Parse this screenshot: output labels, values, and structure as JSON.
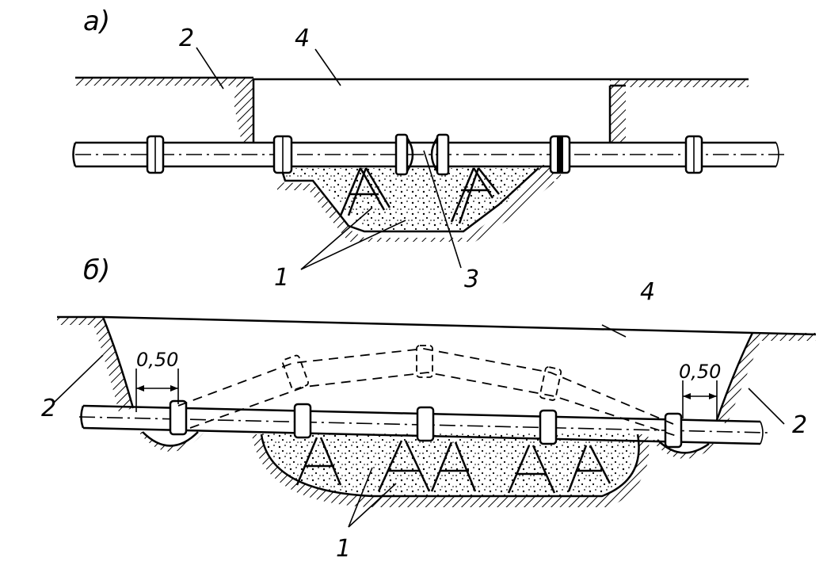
{
  "diagram_a": {
    "panel_label": "а)",
    "labels": {
      "l1": "1",
      "l2": "2",
      "l3": "3",
      "l4": "4"
    }
  },
  "diagram_b": {
    "panel_label": "б)",
    "labels": {
      "l1": "1",
      "l2_left": "2",
      "l2_right": "2",
      "l4": "4"
    },
    "dimensions": {
      "left": "0,50",
      "right": "0,50"
    }
  },
  "colors": {
    "ink": "#000000",
    "paper": "#ffffff"
  }
}
